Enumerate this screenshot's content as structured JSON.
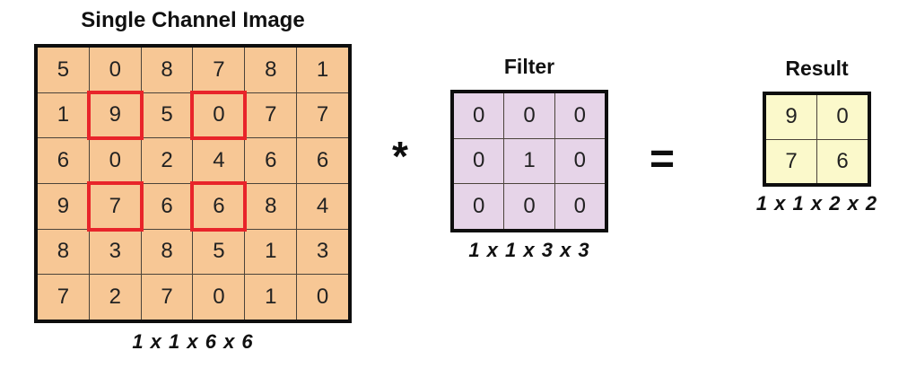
{
  "image": {
    "title": "Single Channel Image",
    "dims_label": "1 x 1 x 6 x 6",
    "rows": [
      [
        5,
        0,
        8,
        7,
        8,
        1
      ],
      [
        1,
        9,
        5,
        0,
        7,
        7
      ],
      [
        6,
        0,
        2,
        4,
        6,
        6
      ],
      [
        9,
        7,
        6,
        6,
        8,
        4
      ],
      [
        8,
        3,
        8,
        5,
        1,
        3
      ],
      [
        7,
        2,
        7,
        0,
        1,
        0
      ]
    ],
    "highlighted_cells": [
      [
        1,
        1
      ],
      [
        1,
        3
      ],
      [
        3,
        1
      ],
      [
        3,
        3
      ]
    ],
    "cell_color": "#f7c795",
    "highlight_color": "#e8242a"
  },
  "operators": {
    "convolution": "*",
    "equals": "="
  },
  "filter": {
    "title": "Filter",
    "dims_label": "1 x 1 x 3 x 3",
    "rows": [
      [
        0,
        0,
        0
      ],
      [
        0,
        1,
        0
      ],
      [
        0,
        0,
        0
      ]
    ],
    "cell_color": "#e6d4e8"
  },
  "result": {
    "title": "Result",
    "dims_label": "1 x 1 x 2 x 2",
    "rows": [
      [
        9,
        0
      ],
      [
        7,
        6
      ]
    ],
    "cell_color": "#fbf9cb"
  }
}
